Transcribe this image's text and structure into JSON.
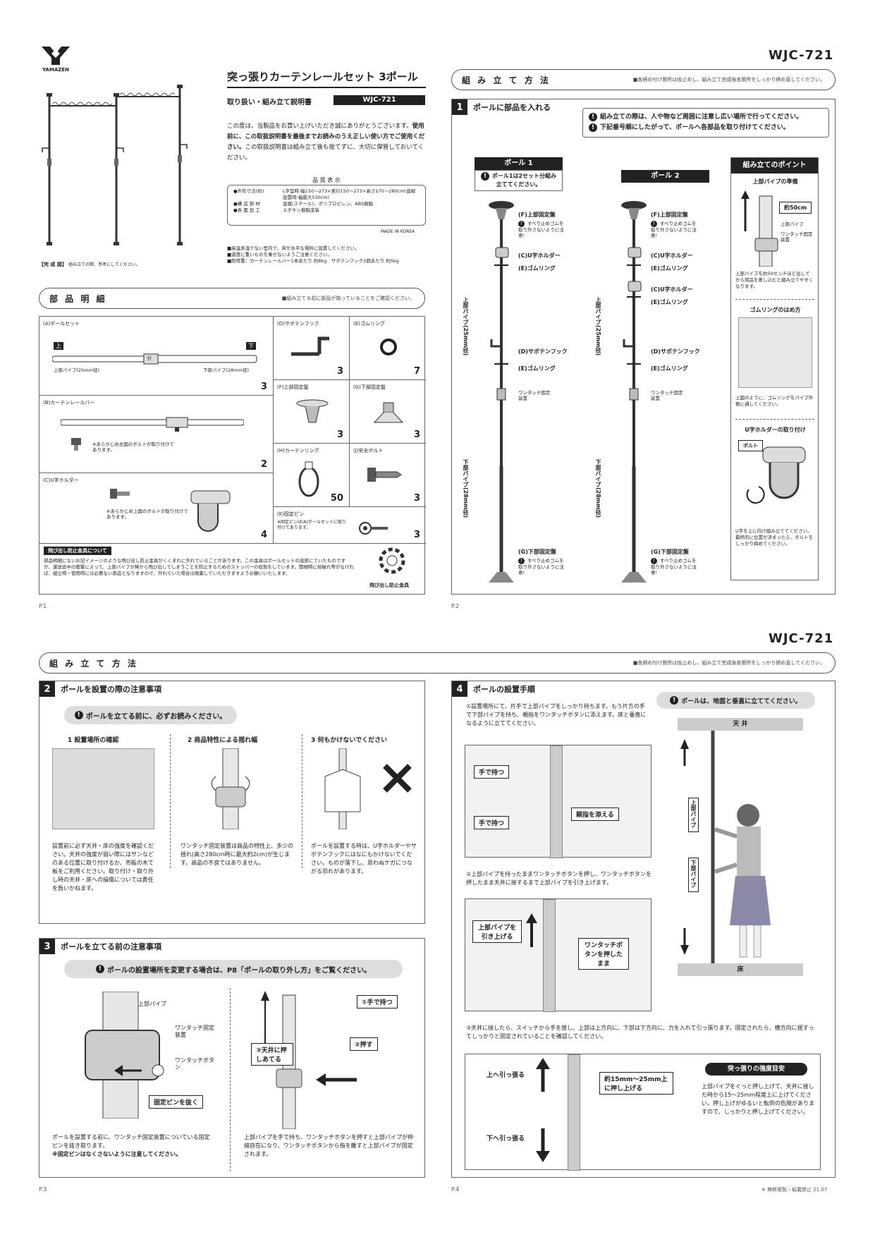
{
  "header": {
    "brand": "YAMAZEN",
    "model": "WJC-721",
    "product_title": "突っ張りカーテンレールセット 3ポール",
    "manual_title": "取り扱い・組み立て説明書",
    "model_badge": "WJC-721"
  },
  "intro": {
    "p1": "この度は、当製品をお買い上げいただき誠にありがとうございます。",
    "p2": "使用前に、この取扱説明書を最後までお読みのうえ正しい使い方でご使用ください。",
    "p3": "この取扱説明書は組み立て後も捨てずに、大切に保管しておいてください。"
  },
  "quality": {
    "title": "品 質 表 示",
    "rows": [
      {
        "k": "●外形寸法(約)",
        "v": "L字型時:幅150～273×奥行150～273×高さ170～280cm(直線設置時:幅最大530cm)"
      },
      {
        "k": "●構 造 部 材",
        "v": "金属(スチール)、ポリプロピレン、ABS樹脂"
      },
      {
        "k": "●表 面 加 工",
        "v": "エポキシ樹脂塗装"
      }
    ],
    "origin": "MADE IN KOREA"
  },
  "notes": [
    "■高温多湿でない室内で、床が水平な場所に設置してください。",
    "■過度に重いものを乗せないようご注意ください。",
    "■耐荷重：カーテンレールバー1本あたり 約8kg　サポテンフック1個あたり 約5kg"
  ],
  "complete_label": "【完 成 図】",
  "complete_note": "組み立ての際、参考にしてください。",
  "parts_header": {
    "title": "部 品 明 細",
    "note": "■組み立てる前に部品が揃っていることをご確認ください。"
  },
  "parts": {
    "a": {
      "name": "(A)ポールセット",
      "top": "上",
      "bottom": "下",
      "mid": "分",
      "upper_pipe": "上部パイプ(25mm径)",
      "lower_pipe": "下部パイプ(28mm径)",
      "qty": "3"
    },
    "b": {
      "name": "(B)カーテンレールバー",
      "note": "※あらかじめ左図のボルトが取り付けてあります。",
      "qty": "2"
    },
    "c": {
      "name": "(C)U字ホルダー",
      "note": "※あらかじめ上図のボルトが取り付けてあります。",
      "qty": "4"
    },
    "d": {
      "name": "(D)サボテンフック",
      "qty": "3"
    },
    "e": {
      "name": "(E)ゴムリング",
      "qty": "7"
    },
    "f": {
      "name": "(F)上部固定盤",
      "qty": "3"
    },
    "g": {
      "name": "(G)下部固定盤",
      "qty": "3"
    },
    "h": {
      "name": "(H)カーテンリング",
      "qty": "50"
    },
    "j": {
      "name": "(J)安全ボルト",
      "qty": "3"
    },
    "k": {
      "name": "(K)固定ピン",
      "note": "※固定ピンは(A)ポールセットに取り付けてあります。",
      "qty": "3"
    }
  },
  "stopper": {
    "title": "飛び出し防止金具について",
    "text": "部品明細にないお記イメージのような飛び出し防止金具がくくまれに外れていることがあります。この金具はポールセットの底部にていたものですが、運送途中の衝撃によって、上部パイプが稀から飛び出してしまうことを防止するためのストッパーの役割をしています。開梱時に始破れ等がなければ、組立時・使用時には必要ない部品となりますので、外れていた場合は廃棄していただきますようお願いいたします。",
    "caption": "飛び出し防止金具"
  },
  "assembly_header": {
    "title": "組 み 立 て 方 法",
    "note": "■各締め付け箇所は仮止めし、組み立て完成後各箇所をしっかり締め直してください。"
  },
  "step1": {
    "num": "1",
    "title": "ポールに部品を入れる",
    "warn1": "組み立ての際は、人や物など周囲に注意し広い場所で行ってください。",
    "warn2": "下記番号順にしたがって、ポールへ各部品を取り付けてください。",
    "pole1": "ポール 1",
    "pole1_note": "ポール1は2セット分組み立ててください。",
    "pole2": "ポール 2",
    "f_label": "(F)上部固定盤",
    "f_note": "すべり止めゴムを取り外さないように注意!",
    "c_label": "(C)U字ホルダー",
    "e_label": "(E)ゴムリング",
    "d_label": "(D)サボテンフック",
    "onetouch": "ワンタッチ固定装置",
    "g_label": "(G)下部固定盤",
    "g_note": "すべり止めゴムを取り外さないように注意!",
    "upper_pipe_v": "上部パイプ(25mm径)",
    "lower_pipe_v": "下部パイプ(28mm径)"
  },
  "points": {
    "title": "組み立てのポイント",
    "s1_title": "上部パイプの準備",
    "s1_len": "約50cm",
    "s1_pipe": "上部パイプ",
    "s1_dev": "ワンタッチ固定装置",
    "s1_text": "上部パイプを約50センチほど出してから部品を差し込むと組み立てやすくなります。",
    "s2_title": "ゴムリングのはめ方",
    "s2_text": "上図のように、ゴムリングをパイプ外側に通してください。",
    "s3_title": "U字ホルダーの取り付け",
    "s3_bolt": "ボルト",
    "s3_text": "U字を上に向け組み立ててください。最終的に位置が決まったら、ボルトをしっかり締めてください。"
  },
  "step2": {
    "num": "2",
    "title": "ポールを設置の際の注意事項",
    "warn": "ポールを立てる前に、必ずお読みください。",
    "c1_title": "1 設置場所の確認",
    "c1_text": "設置前に必ず天井・床の強度を確認ください。天井の強度が弱い際にはサンなどのある位置に取り付けるか、市販の木て板をご利用ください。取り付け・取り外し時の天井・床への損傷については責任を負いかねます。",
    "c2_title": "2 商品特性による揺れ幅",
    "c2_text": "ワンタッチ固定装置は商品の特性上、多少の揺れ(高さ280cm時に最大約2cm)が生じます。商品の不良ではありません。",
    "c3_title": "3 何もかけないでください",
    "c3_text": "ポールを設置する時は、U字ホルダーやサボテンフックにはなにもかけないでください。ものが落下し、思わぬケガにつながる恐れがあります。"
  },
  "step3": {
    "num": "3",
    "title": "ポールを立てる前の注意事項",
    "warn": "ポールの設置場所を変更する場合は、P8「ポールの取り外し方」をご覧ください。",
    "upper_pipe": "上部パイプ",
    "onetouch_dev": "ワンタッチ固定装置",
    "onetouch_btn": "ワンタッチボタン",
    "pin": "固定ピンを抜く",
    "left_text1": "ポールを設置する前に、ワンタッチ固定装置についている固定ピンを抜き取ります。",
    "left_text2": "※固定ピンはなくさないように注意してください。",
    "hold": "①手で持つ",
    "push": "②押す",
    "ceiling": "③天井に押しあてる",
    "right_text": "上部パイプを手で持ち、ワンタッチボタンを押すと上部パイプが伸縮自在になり、ワンタッチボタンから指を離すと上部パイプが固定されます。"
  },
  "step4": {
    "num": "4",
    "title": "ポールの設置手順",
    "t1": "①設置場所にて、片手で上部パイプをしっかり持ちます。もう片方の手で下部パイプを持ち、親指をワンタッチボタンに添えます。床と垂直になるように立ててください。",
    "hold_hand": "手で持つ",
    "thumb": "親指を添える",
    "t2": "②上部パイプを持ったままワンタッチボタンを押し、ワンタッチボタンを押したまま天井に接するまで上部パイプを引き上げます。",
    "pull_up": "上部パイプを引き上げる",
    "btn_hold": "ワンタッチボタンを押したまま",
    "t3": "③天井に接したら、スイッチから手を放し、上部は上方向に、下部は下方向に、力を入れて引っ張ります。固定されたら、横方向に揺すってしっかりと固定されていることを確認してください。",
    "pull_top": "上へ引っ張る",
    "push_range": "約15mm～25mm上に押し上げる",
    "pull_bottom": "下へ引っ張る",
    "vertical_warn": "ポールは、地面と垂直に立ててください。",
    "ceiling": "天 井",
    "floor": "床",
    "upper": "上部パイプ",
    "lower": "下部パイプ",
    "strength_title": "突っ張りの強度目安",
    "strength_text": "上部パイプをぐっと押し上げて、天井に接した時から15～25mm程度上に上げてください。押し上げがゆるいと転倒の危険がありますので、しっかりと押し上げてください。"
  },
  "footer": {
    "p1": "P.1",
    "p2": "P.2",
    "p3": "P.3",
    "p4": "P.4",
    "copyright": "※ 無断複製・転載禁止 21.07"
  }
}
